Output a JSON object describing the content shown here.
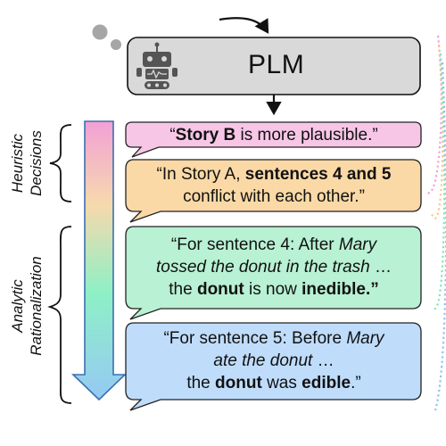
{
  "model_box": {
    "label": "PLM",
    "icon": "robot-icon"
  },
  "side_labels": {
    "heuristic": [
      "Heuristic",
      "Decisions"
    ],
    "analytic": [
      "Analytic",
      "Rationalization"
    ]
  },
  "bubbles": [
    {
      "id": "plausibility",
      "fill": "#f7c6e6",
      "stroke": "#222222",
      "lines": [
        [
          {
            "t": "“",
            "s": "n"
          },
          {
            "t": "Story B",
            "s": "b"
          },
          {
            "t": " is more plausible.”",
            "s": "n"
          }
        ]
      ]
    },
    {
      "id": "conflict",
      "fill": "#fbd9a6",
      "stroke": "#222222",
      "lines": [
        [
          {
            "t": "“In Story A, ",
            "s": "n"
          },
          {
            "t": "sentences 4 and 5",
            "s": "b"
          }
        ],
        [
          {
            "t": "conflict with each other.”",
            "s": "n"
          }
        ]
      ]
    },
    {
      "id": "sentence-4",
      "fill": "#b8f1d3",
      "stroke": "#222222",
      "lines": [
        [
          {
            "t": "“For sentence 4: After ",
            "s": "n"
          },
          {
            "t": "Mary",
            "s": "i"
          }
        ],
        [
          {
            "t": "tossed the donut in the trash",
            "s": "i"
          },
          {
            "t": " …",
            "s": "n"
          }
        ],
        [
          {
            "t": "the ",
            "s": "n"
          },
          {
            "t": "donut",
            "s": "b"
          },
          {
            "t": " is now ",
            "s": "n"
          },
          {
            "t": "inedible.”",
            "s": "b"
          }
        ]
      ]
    },
    {
      "id": "sentence-5",
      "fill": "#bfdcfb",
      "stroke": "#222222",
      "lines": [
        [
          {
            "t": "“For sentence 5: Before ",
            "s": "n"
          },
          {
            "t": "Mary",
            "s": "i"
          }
        ],
        [
          {
            "t": "ate the donut",
            "s": "i"
          },
          {
            "t": " …",
            "s": "n"
          }
        ],
        [
          {
            "t": "the ",
            "s": "n"
          },
          {
            "t": "donut",
            "s": "b"
          },
          {
            "t": " was ",
            "s": "n"
          },
          {
            "t": "edible",
            "s": "b"
          },
          {
            "t": ".”",
            "s": "n"
          }
        ]
      ]
    }
  ],
  "gradient_arrow": {
    "colors": [
      "#f4a6d7",
      "#f7d9a8",
      "#8ff0c4",
      "#9fd0f6"
    ]
  },
  "colors": {
    "plm_fill": "#d9d9d9",
    "robot": "#5a5a5a",
    "dots": "#a6a6a6"
  }
}
